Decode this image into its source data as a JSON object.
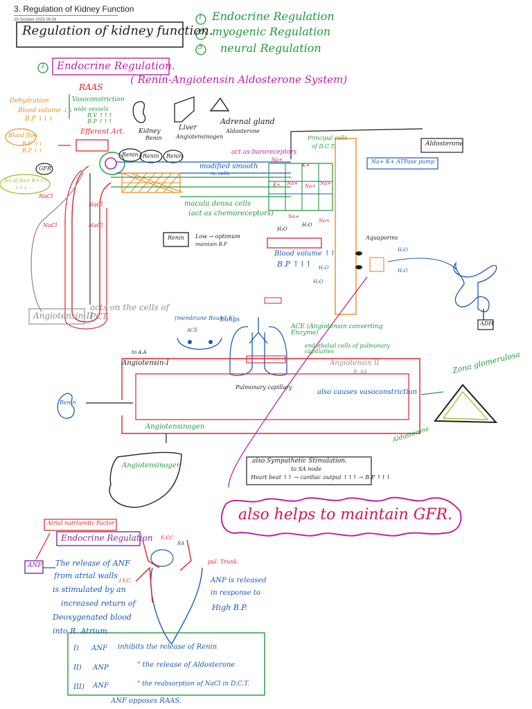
{
  "page": {
    "section_title": "3. Regulation of Kidney Function",
    "date": "29 October 2025   09:26"
  },
  "heading": "Regulation of kidney function.",
  "outline": [
    "Endocrine Regulation",
    "myogenic Regulation",
    "neural Regulation"
  ],
  "outline_nums": [
    "1",
    "2",
    "3"
  ],
  "endocrine": {
    "num": "1",
    "title": "Endocrine Regulation.",
    "raas": "RAAS",
    "raas_full": "( Renin-Angiotensin Aldosterone System)"
  },
  "left_notes": {
    "dehydration": "Dehydration",
    "blood_volume": "Blood volume ↓↓",
    "bp": "B.P ↓↓↓",
    "vasoconstriction": "Vasoconstriction",
    "vaso_sub1": "wide vessels",
    "vaso_sub2": "B.V ↑↑↑",
    "vaso_sub3": "B.P ↑↑↑",
    "blood_flow": "Blood flow",
    "bv": "B.V ↓↓",
    "bp2": "B.P ↓↓",
    "gfr": "GFR",
    "gfr_note1": "No of Na+ K+ Cl-",
    "gfr_note2": "↓↓↓"
  },
  "organs": {
    "kidney": "Kidney",
    "renin": "Renin",
    "liver": "Liver",
    "angiotensinogen": "Angiotensinogen",
    "adrenal_gland": "Adrenal gland",
    "aldosterone": "Aldosterone"
  },
  "nephron": {
    "efferent": "Efferent Art.",
    "renin1": "Renin",
    "renin2": "Renin",
    "renin3": "Renin",
    "baroreceptors": "act as baroreceptors",
    "modified_smooth": "modified smooth",
    "m_cells": "m. cells",
    "macula_densa": "macula densa cells",
    "chemoreceptors": "(act as chemoreceptors)",
    "renin_box": "Renin",
    "low": "Low → optimum",
    "maintain_bp": "maintain B.P",
    "nacl_left": "NaCl",
    "nacl_a": "NaCl",
    "nacl_b": "NaCl",
    "nacl_c": "NaCl",
    "nacl_d": "NaCl",
    "principal_cells": "Principal cells",
    "of_dct": "of D.C.T.",
    "aldosterone_box": "Aldosterone",
    "na_k_pump": "Na+ K+ ATPase pump",
    "na_labels": [
      "Na+",
      "Na+",
      "Na+",
      "Na+",
      "Na+",
      "Na+"
    ],
    "k_labels": [
      "K+",
      "K+"
    ],
    "h2o_labels": [
      "H₂O",
      "H₂O",
      "H₂O",
      "H₂O",
      "H₂O",
      "H₂O"
    ],
    "blood_volume": "Blood volume ↑↑",
    "bp_up": "B.P ↑↑↑",
    "aquaporins": "Aquaporins",
    "adh": "ADH",
    "angiotensin_ii": "Angiotensin-II",
    "acts_pct": "acts on the cells of PCT."
  },
  "lungs": {
    "membrane_bound": "(membrane Bound E)",
    "ace_small": "ACE",
    "lungs": "Lungs",
    "ace_full": "ACE (Angiotensin converting Enzyme)",
    "endothelial": "endothelial cells of pulmonary capillaries",
    "pulmonary_cap": "Pulmonary capillary",
    "angiotensin_i": "Angiotensin-I",
    "angiotensin_ii": "Angiotensin II",
    "vasoconstriction": "also causes vasoconstriction",
    "renin": "Renin",
    "angiotensinogen": "Angiotensinogen",
    "angiotensinogen2": "Angiotensinogen",
    "zona": "Zona glomerulosa",
    "aldosterone": "Aldosterone",
    "to_aa": "to A.A",
    "b_aa": "B. AA"
  },
  "sympathetic": {
    "line1": "also Sympathetic Stimulation.",
    "line2": "to SA node",
    "line3": "Heart beat ↑↑ → cardiac output ↑↑↑ → B.P ↑↑↑",
    "gfr": "also helps to maintain GFR."
  },
  "anf": {
    "box_title": "Atrial natriuretic Factor",
    "endocrine": "Endocrine Regulation",
    "anf": "ANF",
    "desc": [
      "The release of ANF",
      "from atrial walls",
      "is stimulated by an",
      "increased return of",
      "Deoxygenated blood",
      "into R. Atrium."
    ],
    "svc": "S.V.C",
    "ra": "RA",
    "ivc": "I.V.C.",
    "pul_trunk": "pul. Trunk.",
    "anp": [
      "ANP is released",
      "in response to",
      "High B.P."
    ],
    "points": [
      {
        "n": "I)",
        "a": "ANF",
        "b": "inhibits the release of Renin"
      },
      {
        "n": "II)",
        "a": "ANP",
        "b": "\"  the release of Aldosterone"
      },
      {
        "n": "III)",
        "a": "ANF",
        "b": "\"  the reabsorption of NaCl in D.C.T."
      }
    ],
    "opposes": "ANF opposes RAAS."
  },
  "colors": {
    "black": "#1d1d1d",
    "green": "#1f9a3c",
    "blue": "#1858b8",
    "red": "#e0202a",
    "magenta": "#c41fa0",
    "orange": "#f08a1a",
    "purple": "#7c2a9a",
    "lime": "#8cc21f",
    "crimson": "#d61450",
    "gray": "#8f8f8f"
  }
}
